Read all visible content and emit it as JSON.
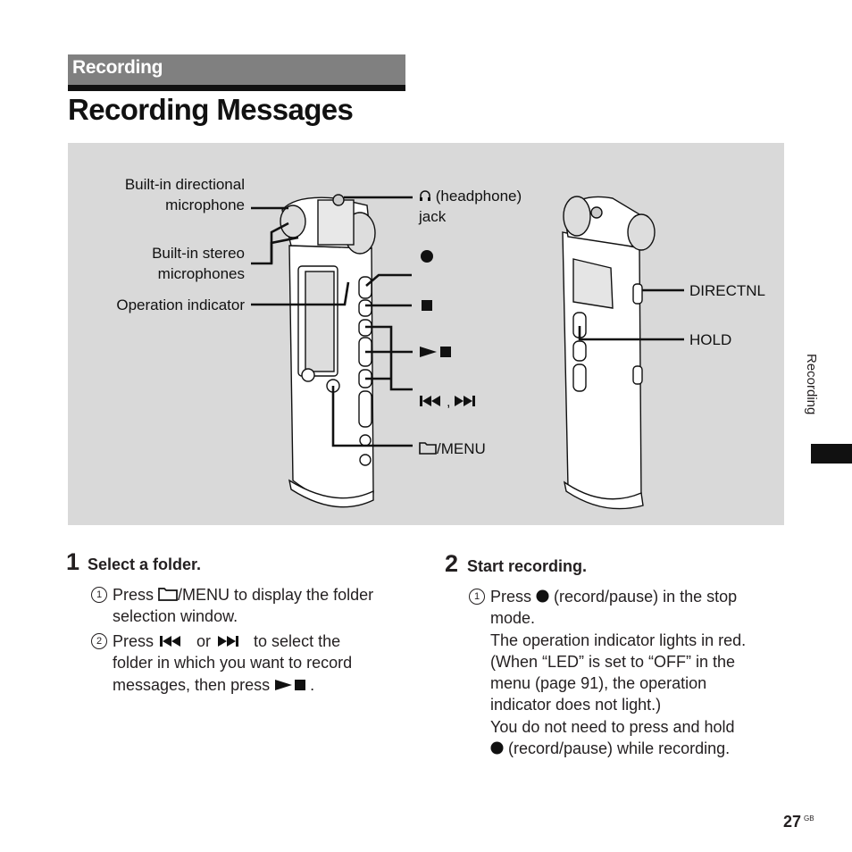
{
  "section": "Recording",
  "title": "Recording Messages",
  "labels": {
    "mic_directional": [
      "Built-in directional",
      "microphone"
    ],
    "mic_stereo": [
      "Built-in stereo",
      "microphones"
    ],
    "operation_indicator": "Operation indicator",
    "headphone": [
      "(headphone)",
      "jack"
    ],
    "menu": "/MENU",
    "directnl": "DIRECTNL",
    "hold": "HOLD"
  },
  "side_tab": "Recording",
  "steps": [
    {
      "number": "1",
      "title": "Select a folder.",
      "items": [
        {
          "num": "1",
          "parts": [
            "Press ",
            "/MENU to display the folder",
            "selection window."
          ]
        },
        {
          "num": "2",
          "parts": [
            "Press ",
            " or ",
            " to select the",
            "folder in which you want to record",
            "messages, then press ",
            "."
          ]
        }
      ]
    },
    {
      "number": "2",
      "title": "Start recording.",
      "items": [
        {
          "num": "1",
          "lines": [
            " (record/pause) in the stop",
            "mode.",
            "The operation indicator lights in red.",
            "(When “LED” is set to “OFF” in the",
            "menu (page 91), the operation",
            "indicator does not light.)",
            "You do not need to press and hold",
            " (record/pause) while recording."
          ],
          "press": "Press "
        }
      ]
    }
  ],
  "page_number": "27",
  "page_suffix": "GB"
}
